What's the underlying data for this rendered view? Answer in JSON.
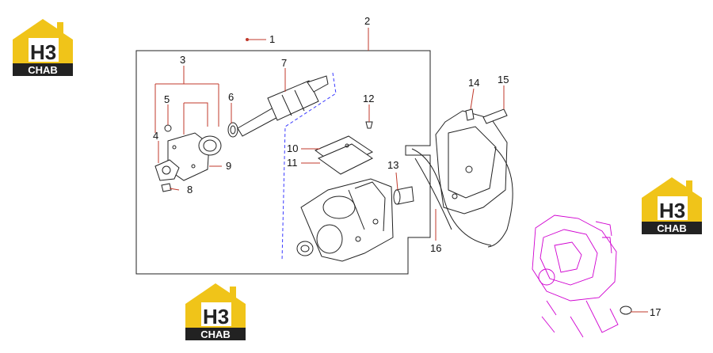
{
  "logo": {
    "top_text": "H3",
    "bottom_text": "CHAB",
    "gold": "#f0c419",
    "dark": "#222222"
  },
  "callouts": {
    "c1": "1",
    "c2": "2",
    "c3": "3",
    "c4": "4",
    "c5": "5",
    "c6": "6",
    "c7": "7",
    "c8": "8",
    "c9": "9",
    "c10": "10",
    "c11": "11",
    "c12": "12",
    "c13": "13",
    "c14": "14",
    "c15": "15",
    "c16": "16",
    "c17": "17"
  },
  "colors": {
    "leader": "#c0392b",
    "linework": "#222222",
    "ghost": "#d000d0",
    "dashed_box": "#3a3aff"
  }
}
